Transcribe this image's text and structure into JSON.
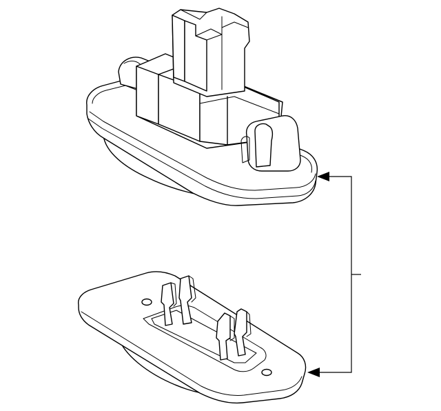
{
  "diagram": {
    "background": "#ffffff",
    "line_color": "#000000",
    "parts": [
      {
        "id": "lamp-assembly",
        "icon": "license-lamp-assembly-icon"
      },
      {
        "id": "lamp-lens",
        "icon": "license-lamp-lens-icon"
      }
    ],
    "callout": {
      "style": "bracket-leader",
      "targets": 2
    }
  }
}
